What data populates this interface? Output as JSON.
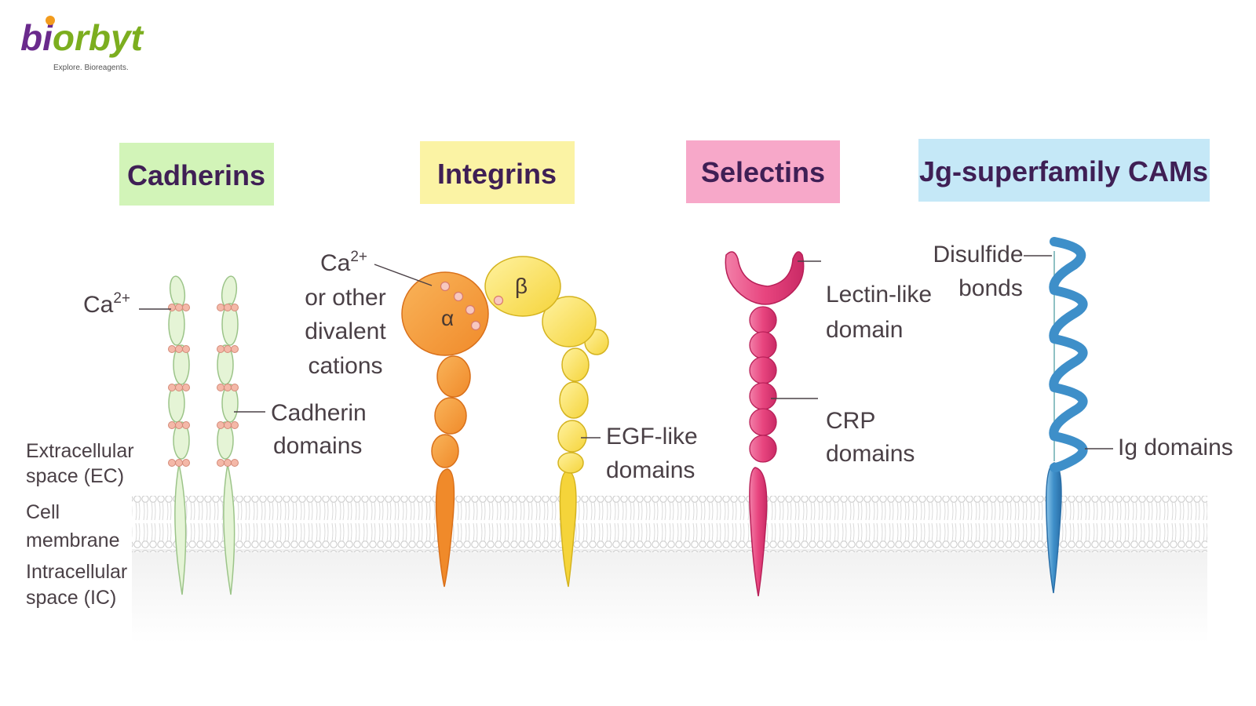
{
  "logo": {
    "wordmark_prefix": "bi",
    "wordmark_suffix": "orbyt",
    "tagline": "Explore. Bioreagents.",
    "colors": {
      "prefix": "#6a2a8c",
      "suffix": "#7cae1f",
      "dot": "#f29b1d"
    }
  },
  "families": [
    {
      "title": "Cadherins",
      "bg": "#d2f4b8"
    },
    {
      "title": "Integrins",
      "bg": "#fbf3a4"
    },
    {
      "title": "Selectins",
      "bg": "#f7a8c9"
    },
    {
      "title": "Jg-superfamily CAMs",
      "bg": "#c5e8f7"
    }
  ],
  "regions": {
    "extracellular": [
      "Extracellular",
      "space (EC)"
    ],
    "membrane": [
      "Cell",
      "membrane"
    ],
    "intracellular": [
      "Intracellular",
      "space (IC)"
    ]
  },
  "cadherin_labels": {
    "calcium": "Ca",
    "calcium_sup": "2+",
    "domains": [
      "Cadherin",
      "domains"
    ]
  },
  "integrin_labels": {
    "calcium": "Ca",
    "calcium_sup": "2+",
    "cations": [
      "or other",
      "divalent",
      "cations"
    ],
    "alpha": "α",
    "beta": "β",
    "egf": [
      "EGF-like",
      "domains"
    ]
  },
  "selectin_labels": {
    "lectin": [
      "Lectin-like",
      "domain"
    ],
    "crp": [
      "CRP",
      "domains"
    ]
  },
  "ig_labels": {
    "disulfide": [
      "Disulfide",
      "bonds"
    ],
    "ig": "Ig domains"
  },
  "colors": {
    "cadherin_fill": "#e5f4d6",
    "cadherin_stroke": "#9cc489",
    "calcium_bead": "#f4b8a8",
    "integrin_alpha": "#f7a441",
    "integrin_alpha_tail": "#f08a2a",
    "integrin_beta": "#fbe25a",
    "selectin": "#e8457f",
    "ig_strand": "#3e8fc9",
    "membrane_line": "#cfcfcf"
  }
}
